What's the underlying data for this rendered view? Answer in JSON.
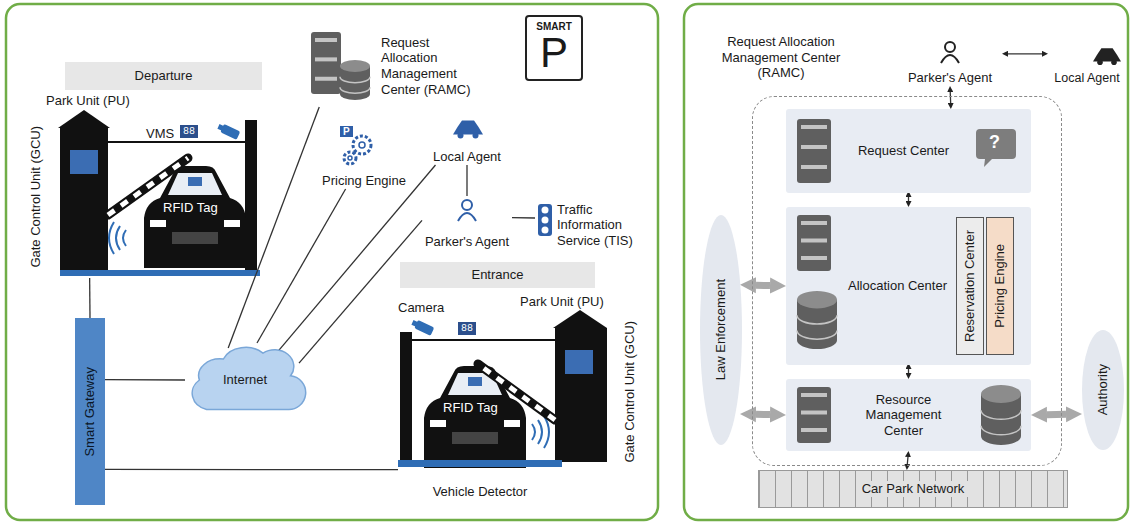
{
  "diagram": {
    "nodes": [
      {
        "text": [
          "Departure"
        ]
      },
      {
        "text": [
          "Gate Control Unit (GCU)"
        ]
      },
      {
        "text": [
          "Request Allocation Management Center (RAMC)"
        ]
      },
      {
        "text": [
          "SMART",
          "P"
        ]
      },
      {
        "text": [
          "Pricing Engine"
        ]
      },
      {
        "text": [
          "Local Agent"
        ]
      },
      {
        "text": [
          "Parker's Agent"
        ]
      },
      {
        "text": [
          "Traffic Information Service (TIS)"
        ]
      },
      {
        "text": [
          "Internet"
        ]
      },
      {
        "text": [
          "Entrance"
        ]
      },
      {
        "text": [
          "Gate Control Unit (GCU)"
        ]
      },
      {
        "text": [
          "Smart Gateway"
        ]
      },
      {
        "text": [
          "Vehicle Detector"
        ]
      },
      {
        "text": [
          "Request Allocation Management Center (RAMC)"
        ]
      },
      {
        "text": [
          "Parker's Agent"
        ]
      },
      {
        "text": [
          "Local Agent"
        ]
      },
      {
        "text": [
          "Request Center"
        ],
        "in": 13
      },
      {
        "text": [
          "Allocation Center"
        ],
        "in": 13
      },
      {
        "text": [
          "Reservation Center"
        ],
        "in": 17
      },
      {
        "text": [
          "Pricing Engine"
        ],
        "in": 17
      },
      {
        "text": [
          "Resource Management Center"
        ],
        "in": 13
      },
      {
        "text": [
          "Law Enforcement"
        ]
      },
      {
        "text": [
          "Authority"
        ]
      },
      {
        "text": [
          "Car Park Network"
        ]
      }
    ],
    "edges": [
      {
        "from": 11,
        "to": 1,
        "arrow": "none"
      },
      {
        "from": 11,
        "to": 8,
        "arrow": "none"
      },
      {
        "from": 11,
        "to": 12,
        "arrow": "none"
      },
      {
        "from": 8,
        "to": 2,
        "arrow": "none"
      },
      {
        "from": 8,
        "to": 4,
        "arrow": "none"
      },
      {
        "from": 8,
        "to": 5,
        "arrow": "none"
      },
      {
        "from": 8,
        "to": 6,
        "arrow": "none"
      },
      {
        "from": 5,
        "to": 6,
        "arrow": "none"
      },
      {
        "from": 6,
        "to": 7,
        "arrow": "none"
      },
      {
        "from": 14,
        "to": 15,
        "arrow": "both"
      },
      {
        "from": 14,
        "to": 16,
        "arrow": "both"
      },
      {
        "from": 16,
        "to": 17,
        "arrow": "both"
      },
      {
        "from": 17,
        "to": 20,
        "arrow": "both"
      },
      {
        "from": 20,
        "to": 23,
        "arrow": "both"
      },
      {
        "from": 21,
        "to": 17,
        "arrow": "both"
      },
      {
        "from": 21,
        "to": 20,
        "arrow": "both"
      },
      {
        "from": 22,
        "to": 20,
        "arrow": "both"
      }
    ],
    "labels": [
      "Park Unit (PU)",
      "VMS",
      "88",
      "RFID Tag",
      "P",
      "Camera",
      "88",
      "Park Unit (PU)",
      "RFID Tag",
      "?"
    ]
  }
}
